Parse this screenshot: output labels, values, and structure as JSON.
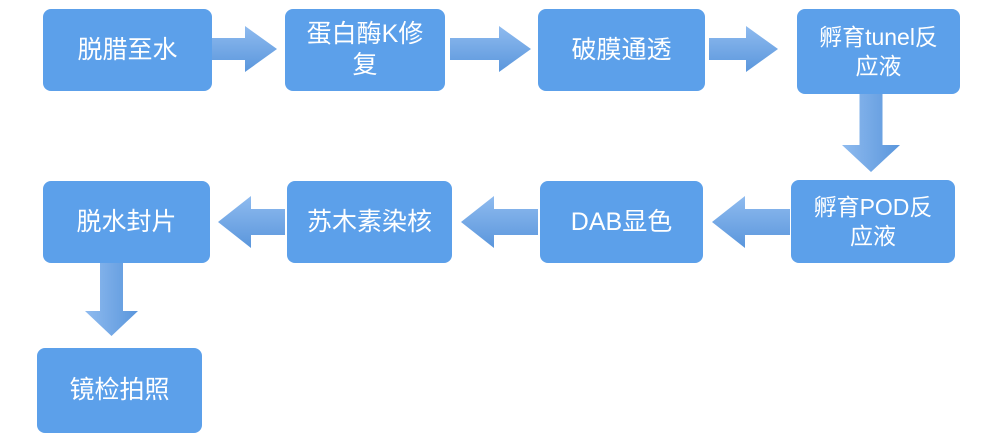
{
  "diagram": {
    "type": "flowchart",
    "background_color": "#ffffff",
    "node": {
      "fill": "#5CA0EA",
      "text_color": "#ffffff"
    },
    "arrow": {
      "gradient_start": "#8FBBEF",
      "gradient_end": "#5A96DC"
    },
    "nodes": [
      {
        "id": "step-1",
        "label": "脱腊至水"
      },
      {
        "id": "step-2",
        "label": "蛋白酶K修复"
      },
      {
        "id": "step-3",
        "label": "破膜通透"
      },
      {
        "id": "step-4",
        "label": "孵育tunel反应液"
      },
      {
        "id": "step-5",
        "label": "孵育POD反应液"
      },
      {
        "id": "step-6",
        "label": "DAB显色"
      },
      {
        "id": "step-7",
        "label": "苏木素染核"
      },
      {
        "id": "step-8",
        "label": "脱水封片"
      },
      {
        "id": "step-9",
        "label": "镜检拍照"
      }
    ],
    "edges": [
      {
        "from": "step-1",
        "to": "step-2",
        "direction": "right"
      },
      {
        "from": "step-2",
        "to": "step-3",
        "direction": "right"
      },
      {
        "from": "step-3",
        "to": "step-4",
        "direction": "right"
      },
      {
        "from": "step-4",
        "to": "step-5",
        "direction": "down"
      },
      {
        "from": "step-5",
        "to": "step-6",
        "direction": "left"
      },
      {
        "from": "step-6",
        "to": "step-7",
        "direction": "left"
      },
      {
        "from": "step-7",
        "to": "step-8",
        "direction": "left"
      },
      {
        "from": "step-8",
        "to": "step-9",
        "direction": "down"
      }
    ]
  }
}
